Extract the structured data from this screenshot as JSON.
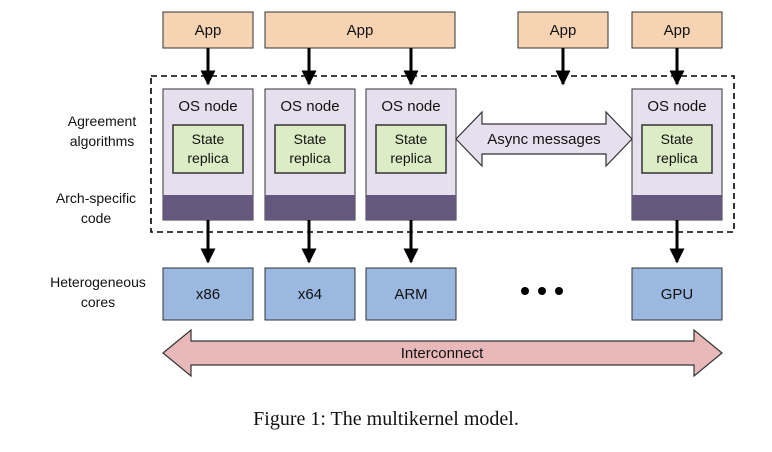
{
  "apps": [
    "App",
    "App",
    "App",
    "App"
  ],
  "side_labels": {
    "agreement": [
      "Agreement",
      "algorithms"
    ],
    "arch": [
      "Arch-specific",
      "code"
    ],
    "cores": [
      "Heterogeneous",
      "cores"
    ]
  },
  "os_nodes": [
    {
      "title": "OS node",
      "replica": [
        "State",
        "replica"
      ]
    },
    {
      "title": "OS node",
      "replica": [
        "State",
        "replica"
      ]
    },
    {
      "title": "OS node",
      "replica": [
        "State",
        "replica"
      ]
    },
    {
      "title": "OS node",
      "replica": [
        "State",
        "replica"
      ]
    }
  ],
  "async_messages": "Async messages",
  "cores": [
    "x86",
    "x64",
    "ARM",
    "GPU"
  ],
  "interconnect": "Interconnect",
  "caption": "Figure 1: The multikernel model.",
  "colors": {
    "app_fill": "#f6d3b2",
    "node_fill": "#e6e0ee",
    "arch_fill": "#66577e",
    "replica_fill": "#dcecc4",
    "core_fill": "#9ab8e0",
    "async_fill": "#e6e0ee",
    "interconnect_fill": "#e9b9b9"
  }
}
